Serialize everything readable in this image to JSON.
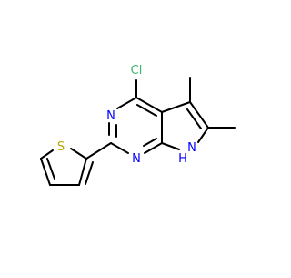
{
  "molecule": {
    "atom_labels": {
      "chlorine": "Cl",
      "nitrogen_top": "N",
      "nitrogen_bottom": "N",
      "nitrogen_nh": "N",
      "hydrogen_nh": "H",
      "sulfur": "S"
    },
    "colors": {
      "bond": "#000000",
      "chlorine": "#3cb371",
      "nitrogen": "#0000ff",
      "sulfur": "#b8a800"
    }
  }
}
